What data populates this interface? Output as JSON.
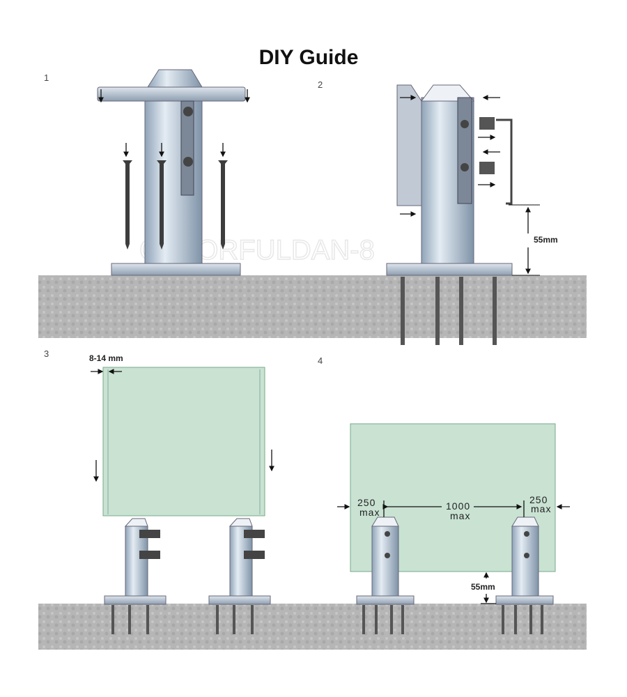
{
  "title": "DIY Guide",
  "watermark": "COLORFULDAN-8",
  "steps": [
    {
      "number": "1"
    },
    {
      "number": "2",
      "height_label": "55mm"
    },
    {
      "number": "3",
      "gap_label": "8-14 mm"
    },
    {
      "number": "4",
      "edge_left": "250",
      "edge_left_sub": "max",
      "spacing": "1000",
      "spacing_sub": "max",
      "edge_right": "250",
      "edge_right_sub": "max",
      "height_label": "55mm"
    }
  ],
  "colors": {
    "ground": "#b4b4b4",
    "glass": "#c9e2d2",
    "metal": "#b8c8d8"
  }
}
